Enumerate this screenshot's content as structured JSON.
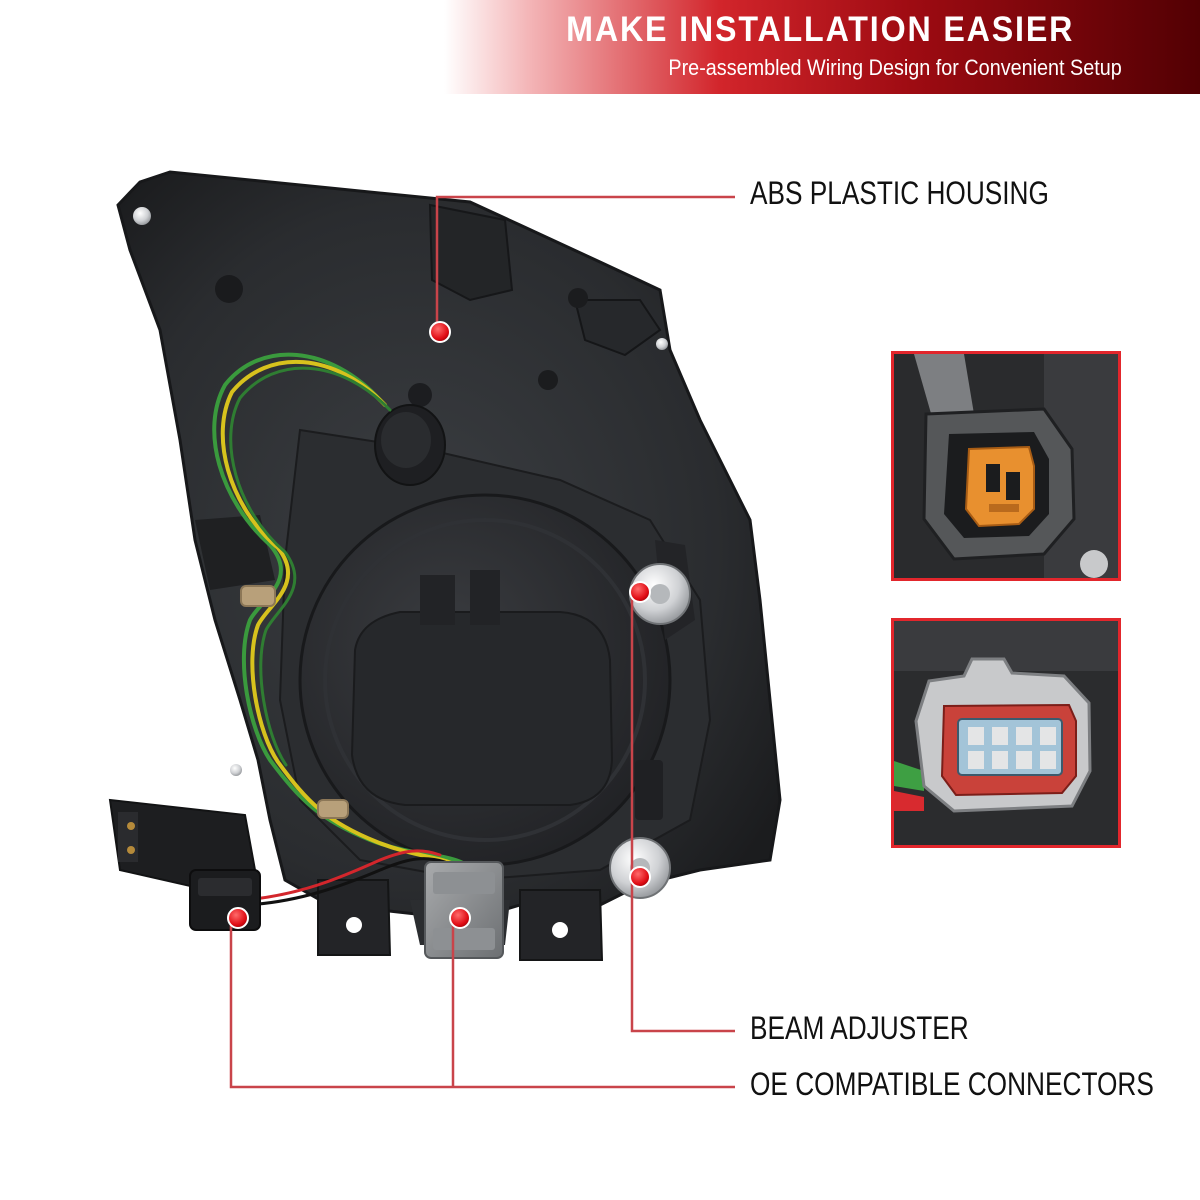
{
  "banner": {
    "title": "MAKE INSTALLATION EASIER",
    "subtitle": "Pre-assembled Wiring Design for Convenient Setup"
  },
  "callouts": {
    "housing": "ABS PLASTIC HOUSING",
    "beam": "BEAM ADJUSTER",
    "connectors": "OE COMPATIBLE CONNECTORS"
  },
  "colors": {
    "accent": "#e2262c",
    "banner_dark": "#520003",
    "housing": "#2d2f32",
    "leader_line": "#c9444a"
  }
}
